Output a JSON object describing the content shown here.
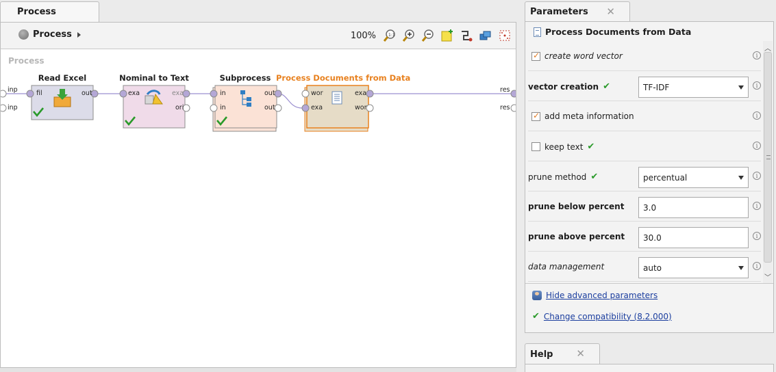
{
  "process_panel": {
    "tab_label": "Process",
    "breadcrumb_label": "Process",
    "zoom_level": "100%",
    "canvas_title": "Process"
  },
  "operators": {
    "read_excel": {
      "title": "Read Excel",
      "ports_in": [
        "fil"
      ],
      "ports_out": [
        "out"
      ]
    },
    "nominal_to_text": {
      "title": "Nominal to Text",
      "ports_in": [
        "exa"
      ],
      "ports_out": [
        "exa",
        "ori"
      ]
    },
    "subprocess": {
      "title": "Subprocess",
      "ports_in": [
        "in",
        "in"
      ],
      "ports_out": [
        "out",
        "out"
      ]
    },
    "process_documents": {
      "title": "Process Documents from Data",
      "ports_in": [
        "wor",
        "exa"
      ],
      "ports_out": [
        "exa",
        "wor"
      ]
    }
  },
  "canvas_ports": {
    "left": [
      "inp",
      "inp"
    ],
    "right": [
      "res",
      "res"
    ]
  },
  "parameters_panel": {
    "tab_label": "Parameters",
    "close_glyph": "✕",
    "operator_name": "Process Documents from Data",
    "params": [
      {
        "label": "create word vector",
        "value": ""
      },
      {
        "label": "vector creation",
        "value": "TF-IDF"
      },
      {
        "label": "add meta information",
        "value": ""
      },
      {
        "label": "keep text",
        "value": ""
      },
      {
        "label": "prune method",
        "value": "percentual"
      },
      {
        "label": "prune below percent",
        "value": "3.0"
      },
      {
        "label": "prune above percent",
        "value": "30.0"
      },
      {
        "label": "data management",
        "value": "auto"
      }
    ],
    "info_glyph": "i",
    "hide_advanced_link": "Hide advanced parameters",
    "compatibility_link": "Change compatibility (8.2.000)"
  },
  "help_panel": {
    "tab_label": "Help",
    "close_glyph": "✕"
  },
  "colors": {
    "selected_operator": "#e8811f",
    "read_excel_fill": "#dcdce9",
    "nominal_fill": "#f0dbe9",
    "subprocess_fill": "#fbe2d6",
    "process_docs_fill": "#e6dcc7",
    "port_fill": "#b4a7d6",
    "connection": "#9b8fd0",
    "link": "#1a3d9e"
  }
}
